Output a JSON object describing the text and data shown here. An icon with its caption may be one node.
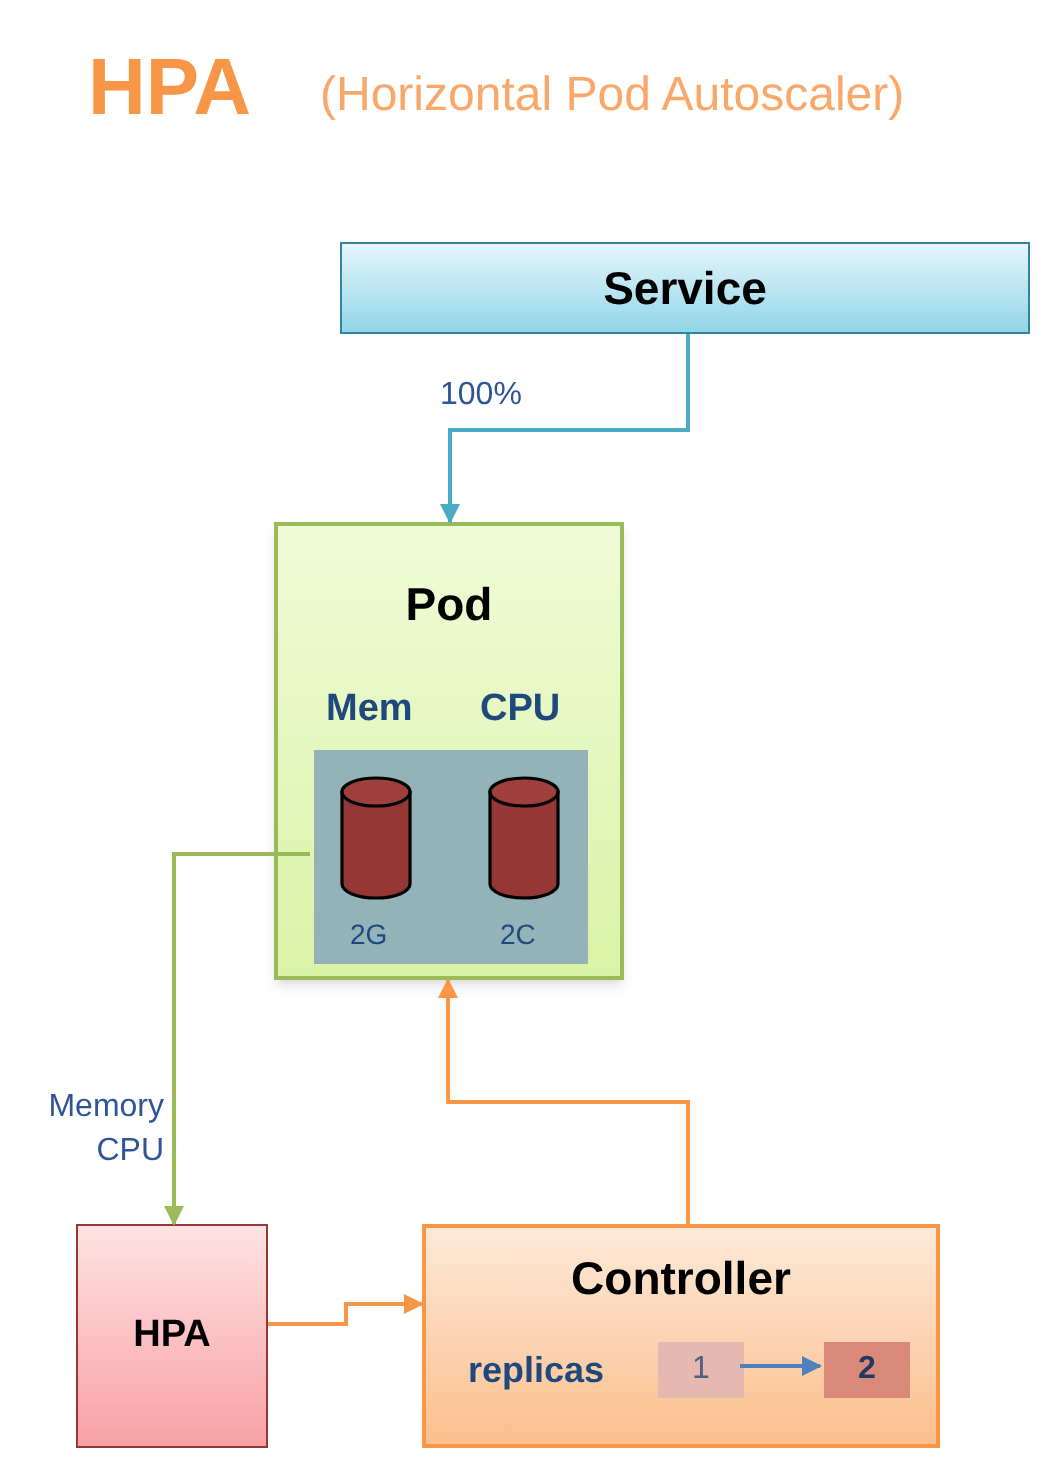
{
  "diagram": {
    "title": "HPA",
    "nodes": [
      {
        "text": [
          "Service"
        ]
      },
      {
        "text": [
          "Pod"
        ]
      },
      {
        "text": [],
        "shape": "box",
        "in": 1
      },
      {
        "text": [],
        "shape": "cylinder",
        "in": 2
      },
      {
        "text": [],
        "shape": "cylinder",
        "in": 2
      },
      {
        "text": [
          "HPA"
        ]
      },
      {
        "text": [
          "Controller"
        ]
      },
      {
        "text": [
          "1"
        ],
        "in": 6
      },
      {
        "text": [
          "2"
        ],
        "in": 6
      }
    ],
    "edges": [
      {
        "from": 0,
        "to": 1,
        "arrow": "to",
        "label": "100%",
        "color": "#4bacc6"
      },
      {
        "from": 2,
        "to": 5,
        "arrow": "to",
        "label": "Memory CPU",
        "color": "#9bbb59"
      },
      {
        "from": 5,
        "to": 6,
        "arrow": "to",
        "color": "#f79646"
      },
      {
        "from": 6,
        "to": 1,
        "arrow": "to",
        "color": "#f79646"
      },
      {
        "from": 7,
        "to": 8,
        "arrow": "to",
        "color": "#4f81bd"
      }
    ],
    "labels": [
      "(Horizontal Pod Autoscaler)",
      "Mem",
      "CPU",
      "2G",
      "2C",
      "replicas"
    ]
  }
}
